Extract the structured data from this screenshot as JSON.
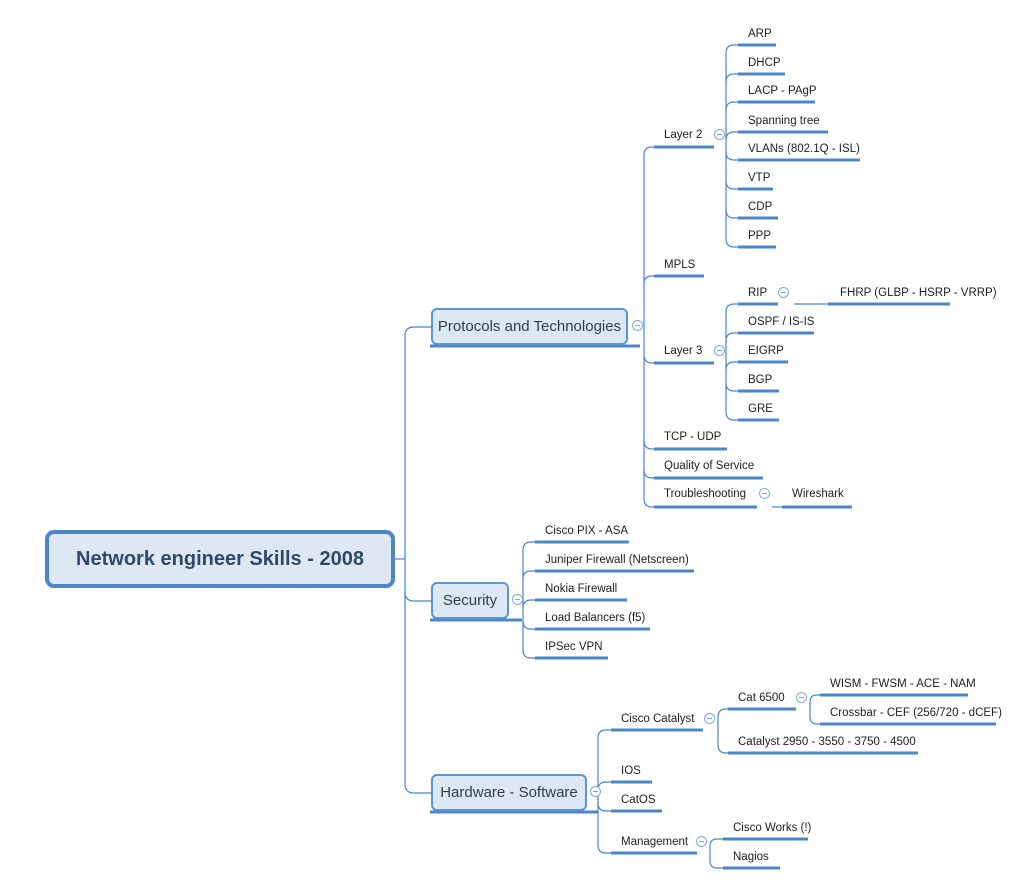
{
  "map": {
    "root": "Network engineer Skills - 2008",
    "protocols": {
      "title": "Protocols and Technologies",
      "layer2": {
        "title": "Layer 2",
        "items": [
          "ARP",
          "DHCP",
          "LACP - PAgP",
          "Spanning tree",
          "VLANs (802.1Q - ISL)",
          "VTP",
          "CDP",
          "PPP"
        ]
      },
      "mpls": "MPLS",
      "layer3": {
        "title": "Layer 3",
        "rip": "RIP",
        "fhrp": "FHRP (GLBP - HSRP - VRRP)",
        "items": [
          "OSPF / IS-IS",
          "EIGRP",
          "BGP",
          "GRE"
        ]
      },
      "tcp_udp": "TCP - UDP",
      "qos": "Quality of Service",
      "troubleshooting": "Troubleshooting",
      "wireshark": "Wireshark"
    },
    "security": {
      "title": "Security",
      "items": [
        "Cisco PIX - ASA",
        "Juniper Firewall (Netscreen)",
        "Nokia Firewall",
        "Load Balancers (f5)",
        "IPSec VPN"
      ]
    },
    "hardware": {
      "title": "Hardware - Software",
      "catalyst": {
        "title": "Cisco Catalyst",
        "cat6500": "Cat 6500",
        "cat6500_items": [
          "WISM - FWSM - ACE - NAM",
          "Crossbar - CEF (256/720 - dCEF)"
        ],
        "catalyst_models": "Catalyst 2950 - 3550 - 3750 - 4500"
      },
      "ios": "IOS",
      "catos": "CatOS",
      "management": {
        "title": "Management",
        "items": [
          "Cisco Works (!)",
          "Nagios"
        ]
      }
    }
  },
  "colors": {
    "line": "#4a86c8",
    "root_border": "#4c86c9",
    "topic_fill": "#dde8f4"
  }
}
